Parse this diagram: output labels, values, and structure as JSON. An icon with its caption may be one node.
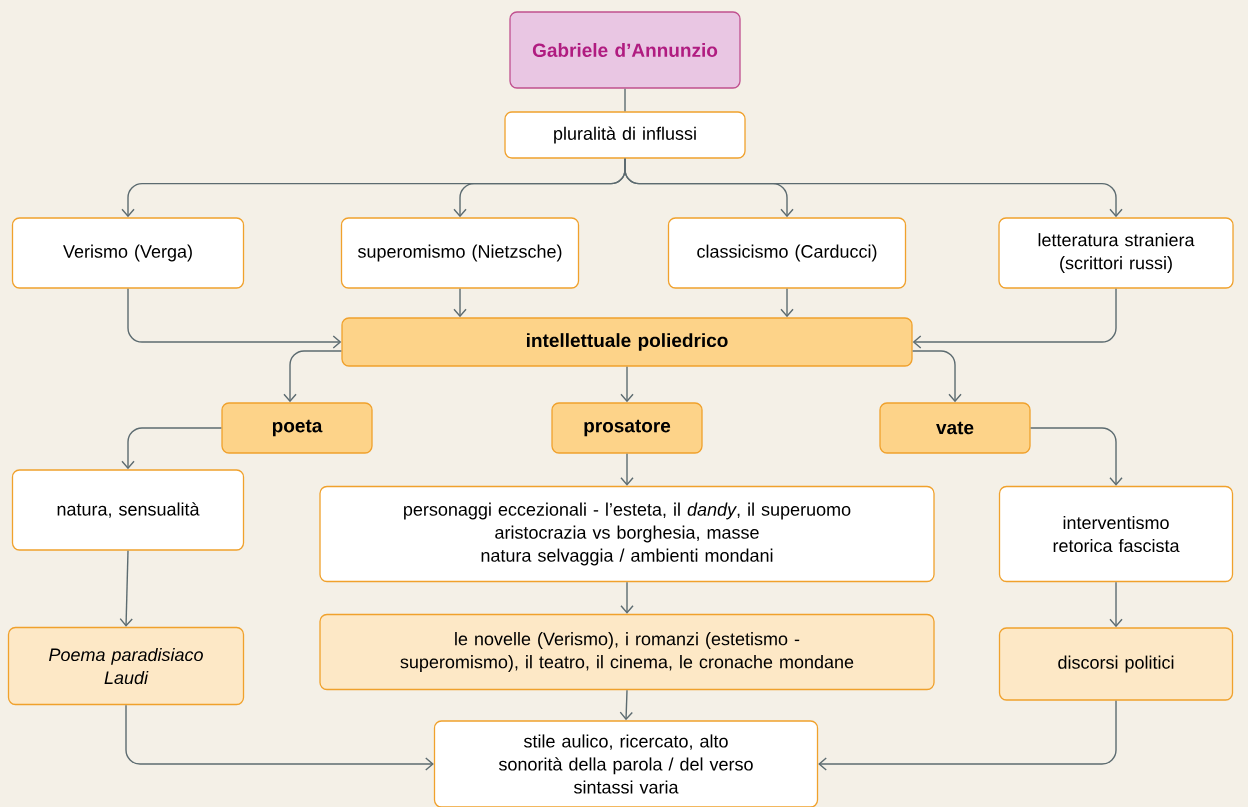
{
  "diagram": {
    "nodes": [
      {
        "text": [
          "Gabriele d’Annunzio"
        ]
      },
      {
        "text": [
          "pluralità di influssi"
        ]
      },
      {
        "text": [
          "Verismo (Verga)"
        ]
      },
      {
        "text": [
          "superomismo (Nietzsche)"
        ]
      },
      {
        "text": [
          "classicismo (Carducci)"
        ]
      },
      {
        "text": [
          "letteratura straniera (scrittori russi)"
        ]
      },
      {
        "text": [
          "intellettuale poliedrico"
        ]
      },
      {
        "text": [
          "poeta"
        ]
      },
      {
        "text": [
          "prosatore"
        ]
      },
      {
        "text": [
          "vate"
        ]
      },
      {
        "text": [
          "natura, sensualità"
        ]
      },
      {
        "text": [
          "personaggi eccezionali - l’esteta, il *dandy*, il superuomo",
          "aristocrazia vs borghesia, masse",
          "natura selvaggia / ambienti mondani"
        ]
      },
      {
        "text": [
          "interventismo",
          "retorica fascista"
        ]
      },
      {
        "text": [
          "Poema paradisiaco",
          "Laudi"
        ]
      },
      {
        "text": [
          "le novelle (Verismo), i romanzi (estetismo - superomismo), il teatro, il cinema, le cronache mondane"
        ]
      },
      {
        "text": [
          "discorsi politici"
        ]
      },
      {
        "text": [
          "stile aulico, ricercato, alto",
          "sonorità della parola / del verso",
          "sintassi varia"
        ]
      }
    ],
    "edges": [
      {
        "from": 0,
        "to": 1,
        "arrow": "none"
      },
      {
        "from": 1,
        "to": 2,
        "arrow": "to"
      },
      {
        "from": 1,
        "to": 3,
        "arrow": "to"
      },
      {
        "from": 1,
        "to": 4,
        "arrow": "to"
      },
      {
        "from": 1,
        "to": 5,
        "arrow": "to"
      },
      {
        "from": 2,
        "to": 6,
        "arrow": "to"
      },
      {
        "from": 3,
        "to": 6,
        "arrow": "to"
      },
      {
        "from": 4,
        "to": 6,
        "arrow": "to"
      },
      {
        "from": 5,
        "to": 6,
        "arrow": "to"
      },
      {
        "from": 6,
        "to": 7,
        "arrow": "to"
      },
      {
        "from": 6,
        "to": 8,
        "arrow": "to"
      },
      {
        "from": 6,
        "to": 9,
        "arrow": "to"
      },
      {
        "from": 7,
        "to": 10,
        "arrow": "to"
      },
      {
        "from": 8,
        "to": 11,
        "arrow": "to"
      },
      {
        "from": 9,
        "to": 12,
        "arrow": "to"
      },
      {
        "from": 10,
        "to": 13,
        "arrow": "to"
      },
      {
        "from": 11,
        "to": 14,
        "arrow": "to"
      },
      {
        "from": 12,
        "to": 15,
        "arrow": "to"
      },
      {
        "from": 13,
        "to": 16,
        "arrow": "to"
      },
      {
        "from": 14,
        "to": 16,
        "arrow": "to"
      },
      {
        "from": 15,
        "to": 16,
        "arrow": "to"
      }
    ]
  }
}
